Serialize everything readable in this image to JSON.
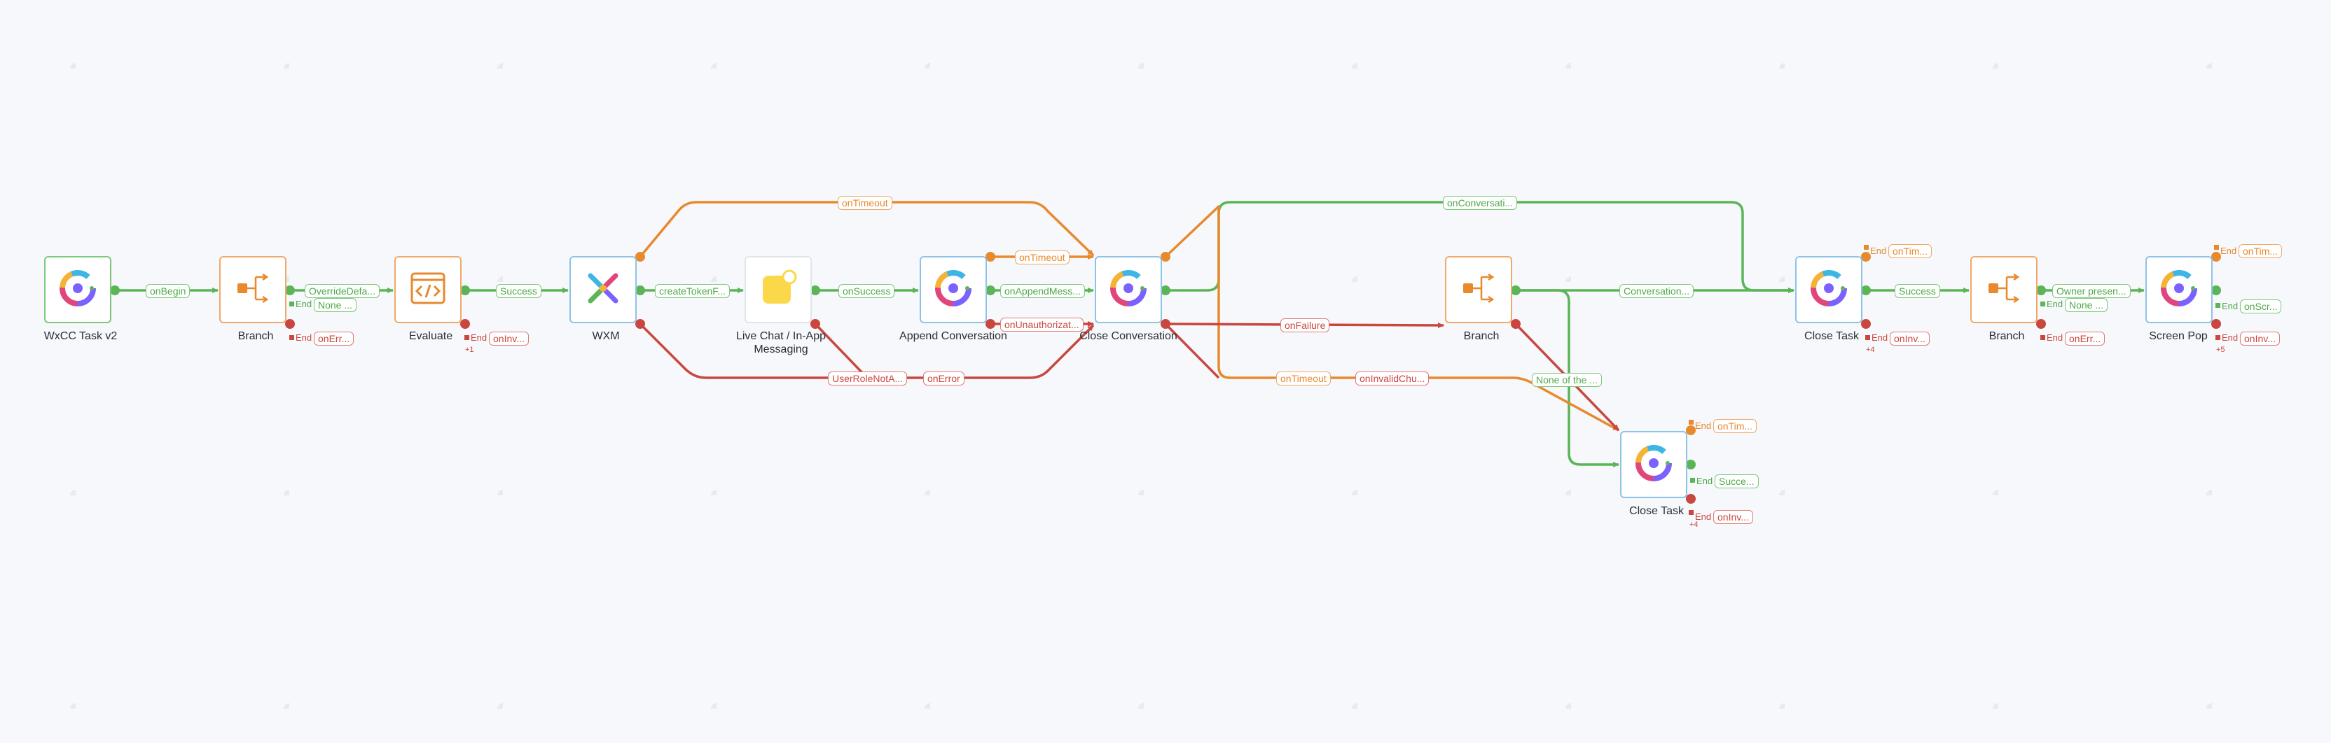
{
  "colors": {
    "success": "#5bb556",
    "timeout": "#e8892e",
    "error": "#c9473f",
    "canvas": "#f6f8fb"
  },
  "nodes": [
    {
      "id": "wxcc",
      "label": "WxCC Task v2",
      "icon": "wxcc-logo-icon"
    },
    {
      "id": "branch1",
      "label": "Branch",
      "icon": "branch-icon"
    },
    {
      "id": "evaluate",
      "label": "Evaluate",
      "icon": "code-icon"
    },
    {
      "id": "wxm",
      "label": "WXM",
      "icon": "wxm-logo-icon"
    },
    {
      "id": "livechat",
      "label": "Live Chat / In-App Messaging",
      "icon": "chat-bubble-icon"
    },
    {
      "id": "append",
      "label": "Append Conversation",
      "icon": "wxcc-logo-icon"
    },
    {
      "id": "closeconv",
      "label": "Close Conversation",
      "icon": "wxcc-logo-icon"
    },
    {
      "id": "branch2",
      "label": "Branch",
      "icon": "branch-icon"
    },
    {
      "id": "closetask2",
      "label": "Close Task",
      "icon": "wxcc-logo-icon"
    },
    {
      "id": "closetask1",
      "label": "Close Task",
      "icon": "wxcc-logo-icon"
    },
    {
      "id": "branch3",
      "label": "Branch",
      "icon": "branch-icon"
    },
    {
      "id": "screenpop",
      "label": "Screen Pop",
      "icon": "wxcc-logo-icon"
    }
  ],
  "edge_labels": {
    "onBegin": "onBegin",
    "overrideDefa": "OverrideDefa...",
    "success1": "Success",
    "createToken": "createTokenF...",
    "onSuccess": "onSuccess",
    "onAppendMess": "onAppendMess...",
    "onTimeoutTop": "onTimeout",
    "onTimeoutAppend": "onTimeout",
    "onUnauthorized": "onUnauthorizat...",
    "userRoleNotA": "UserRoleNotA...",
    "onError": "onError",
    "onConversati": "onConversati...",
    "onFailure": "onFailure",
    "onTimeoutLow": "onTimeout",
    "onInvalidChu": "onInvalidChu...",
    "conversation": "Conversation...",
    "noneOfThe": "None of the ...",
    "success2": "Success",
    "ownerPresen": "Owner presen..."
  },
  "ends": {
    "endWord": "End",
    "branch1_none": "None ...",
    "branch1_err": "onErr...",
    "evaluate_inv": "onInv...",
    "evaluate_more": "+1",
    "closetask1_tim": "onTim...",
    "closetask1_inv": "onInv...",
    "closetask1_more": "+4",
    "branch3_none": "None ...",
    "branch3_err": "onErr...",
    "screenpop_tim": "onTim...",
    "screenpop_scr": "onScr...",
    "screenpop_inv": "onInv...",
    "screenpop_more": "+5",
    "closetask2_tim": "onTim...",
    "closetask2_succ": "Succe...",
    "closetask2_inv": "onInv...",
    "closetask2_more": "+4"
  }
}
